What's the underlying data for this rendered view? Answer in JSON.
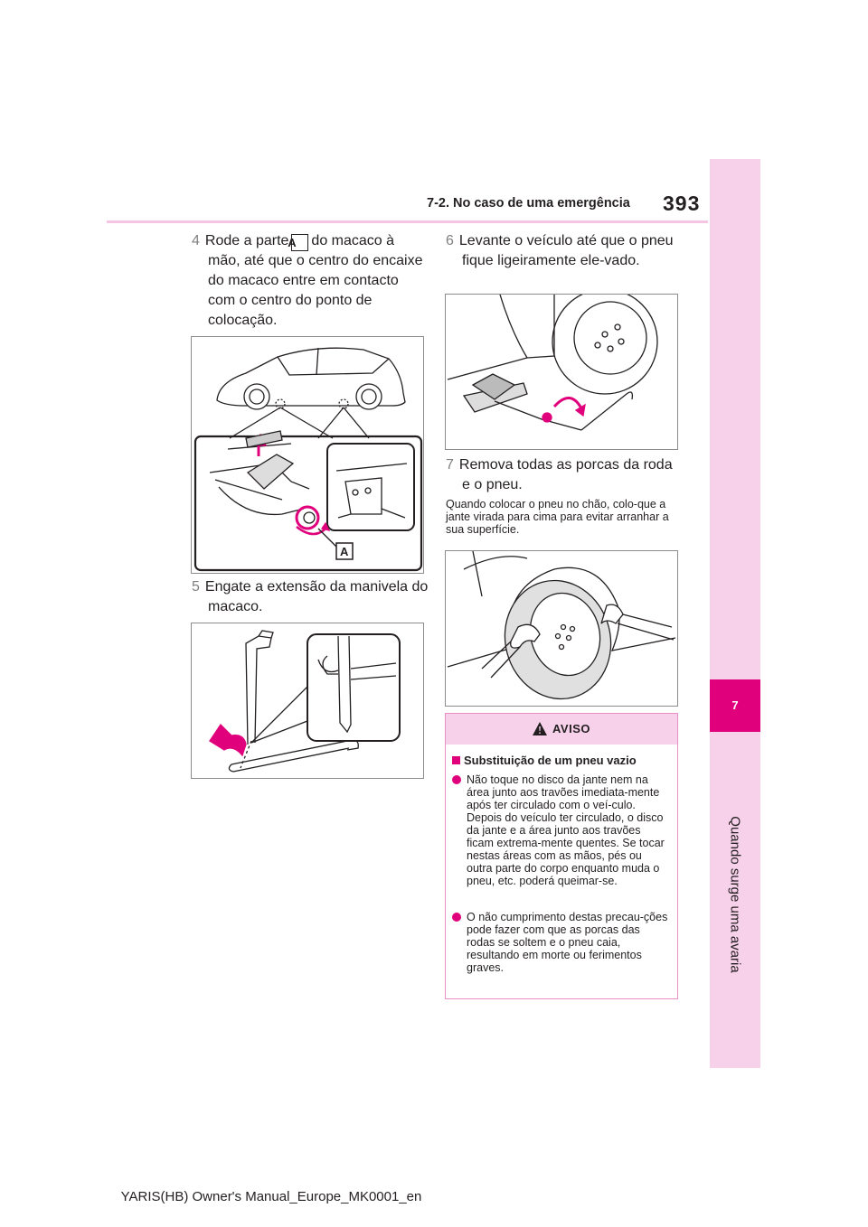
{
  "header": {
    "section": "7-2. No caso de uma emergência",
    "page_number": "393"
  },
  "side_tab": {
    "chapter_number": "7",
    "chapter_title": "Quando surge uma avaria"
  },
  "steps": {
    "s4": {
      "num": "4",
      "pre": "Rode a parte",
      "label": "A",
      "post": "do macaco à mão, até que o centro do encaixe do macaco entre em contacto com o centro do ponto de colocação."
    },
    "s5": {
      "num": "5",
      "text": "Engate a extensão da manivela do macaco."
    },
    "s6": {
      "num": "6",
      "text": "Levante o veículo até que o pneu fique ligeiramente ele-vado."
    },
    "s7": {
      "num": "7",
      "text": "Remova todas as porcas da roda e o pneu."
    },
    "note7": "Quando colocar o pneu no chão, colo-que a jante virada para cima para evitar arranhar a sua superfície."
  },
  "figures": {
    "fig1_label": "A"
  },
  "warning": {
    "title": "AVISO",
    "subtitle": "Substituição de um pneu vazio",
    "bullet1": "Não toque no disco da jante nem na área junto aos travões imediata-mente após ter circulado com o veí-culo. Depois do veículo ter circulado, o disco da jante e a área junto aos travões ficam extrema-mente quentes. Se tocar nestas áreas com as mãos, pés ou outra parte do corpo enquanto muda o pneu, etc. poderá queimar-se.",
    "bullet2": "O não cumprimento destas precau-ções pode fazer com que as porcas das rodas se soltem e o pneu caia, resultando em morte ou ferimentos graves."
  },
  "footer": "YARIS(HB) Owner's Manual_Europe_MK0001_en",
  "colors": {
    "accent": "#e0007c",
    "tab_bg": "#f7d0ea"
  }
}
